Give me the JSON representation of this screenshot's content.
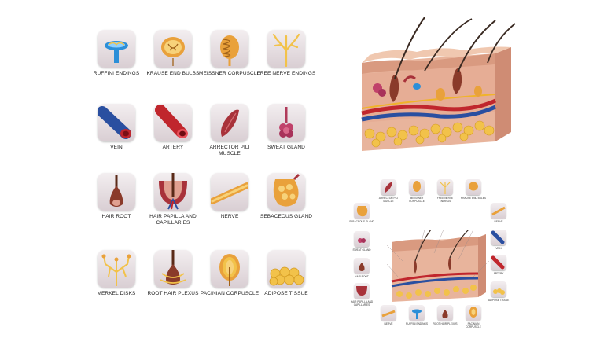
{
  "items": [
    {
      "label": "RUFFINI ENDINGS",
      "icon": "ruffini-endings-icon"
    },
    {
      "label": "KRAUSE END BULBS",
      "icon": "krause-end-bulbs-icon"
    },
    {
      "label": "MEISSNER CORPUSCLE",
      "icon": "meissner-corpuscle-icon"
    },
    {
      "label": "FREE NERVE ENDINGS",
      "icon": "free-nerve-endings-icon"
    },
    {
      "label": "VEIN",
      "icon": "vein-icon"
    },
    {
      "label": "ARTERY",
      "icon": "artery-icon"
    },
    {
      "label": "ARRECTOR PILI MUSCLE",
      "icon": "arrector-pili-muscle-icon"
    },
    {
      "label": "SWEAT GLAND",
      "icon": "sweat-gland-icon"
    },
    {
      "label": "HAIR ROOT",
      "icon": "hair-root-icon"
    },
    {
      "label": "HAIR PAPILLA AND CAPILLARIES",
      "icon": "hair-papilla-icon"
    },
    {
      "label": "NERVE",
      "icon": "nerve-icon"
    },
    {
      "label": "SEBACEOUS GLAND",
      "icon": "sebaceous-gland-icon"
    },
    {
      "label": "MERKEL DISKS",
      "icon": "merkel-disks-icon"
    },
    {
      "label": "ROOT HAIR PLEXUS",
      "icon": "root-hair-plexus-icon"
    },
    {
      "label": "PACINIAN CORPUSCLE",
      "icon": "pacinian-corpuscle-icon"
    },
    {
      "label": "ADIPOSE TISSUE",
      "icon": "adipose-tissue-icon"
    }
  ],
  "mini_labels": [
    "ARRECTOR PILI MUSCLE",
    "MEISSNER CORPUSCLE",
    "FREE NERVE ENDINGS",
    "KRAUSE END BULBS",
    "SEBACEOUS GLAND",
    "NERVE",
    "SWEAT GLAND",
    "VEIN",
    "HAIR ROOT",
    "ARTERY",
    "HAIR PAPILLA AND CAPILLARIES",
    "ADIPOSE TISSUE",
    "NERVE",
    "RUFFINI ENDINGS",
    "ROOT HAIR PLEXUS",
    "PACINIAN CORPUSCLE"
  ],
  "colors": {
    "skin": "#d9a48c",
    "fat": "#f2c24a",
    "artery": "#c0262d",
    "vein": "#2a4fa0",
    "nerve": "#f0b32a"
  }
}
